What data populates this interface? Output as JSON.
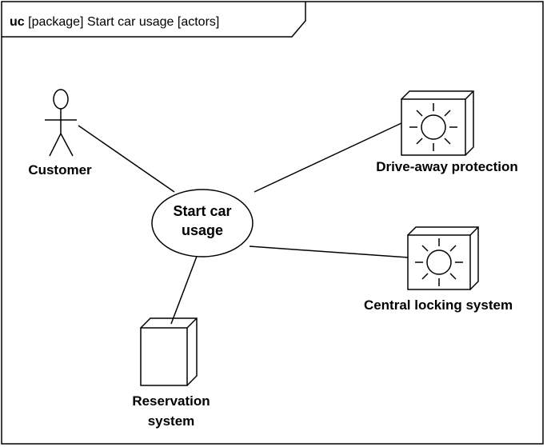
{
  "frame": {
    "keyword": "uc",
    "title_rest": " [package] Start car usage [actors]"
  },
  "use_case": {
    "label_line1": "Start car",
    "label_line2": "usage"
  },
  "actors": {
    "customer": "Customer",
    "drive_away": "Drive-away protection",
    "central_locking": "Central locking system",
    "reservation_line1": "Reservation",
    "reservation_line2": "system"
  },
  "icons": {
    "customer": "stick-figure-icon",
    "drive_away": "sun-system-icon",
    "central_locking": "sun-system-icon",
    "reservation": "node-box-icon"
  }
}
